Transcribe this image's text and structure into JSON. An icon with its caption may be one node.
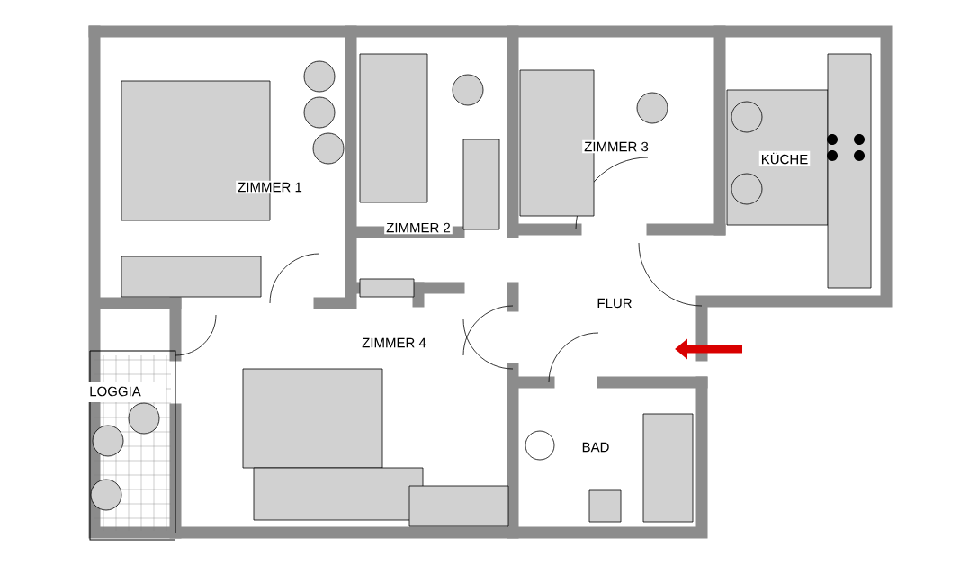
{
  "diagram": {
    "labels": [
      "ZIMMER 1",
      "ZIMMER 2",
      "ZIMMER 3",
      "KÜCHE",
      "FLUR",
      "ZIMMER 4",
      "LOGGIA",
      "BAD"
    ]
  }
}
